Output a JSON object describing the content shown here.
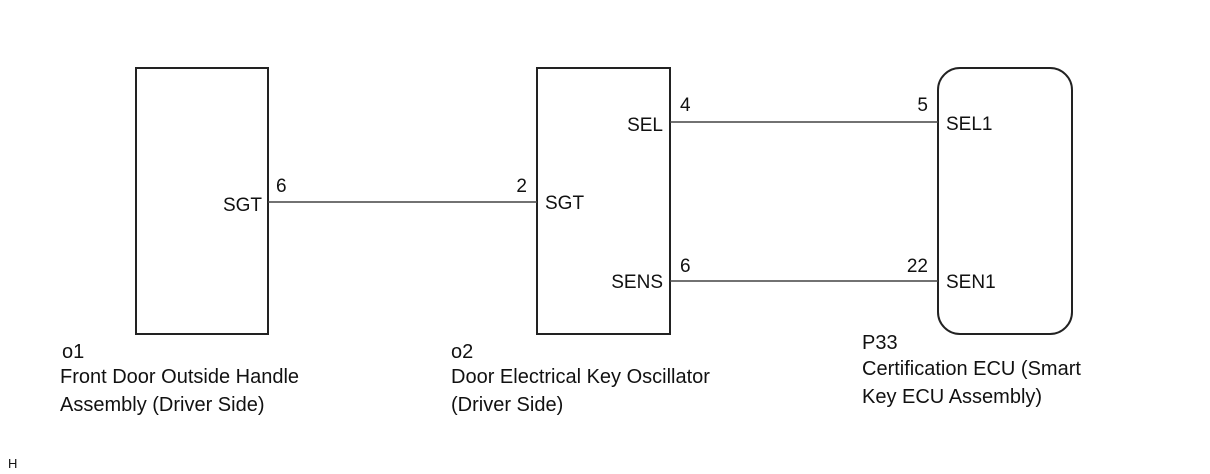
{
  "components": [
    {
      "id": "o1",
      "code": "o1",
      "description_lines": [
        "Front Door Outside Handle",
        "Assembly (Driver Side)"
      ],
      "pins": [
        {
          "label": "SGT",
          "number": "6"
        }
      ]
    },
    {
      "id": "o2",
      "code": "o2",
      "description_lines": [
        "Door Electrical Key Oscillator",
        "(Driver Side)"
      ],
      "pins": [
        {
          "label": "SGT",
          "number": "2"
        },
        {
          "label": "SEL",
          "number": "4"
        },
        {
          "label": "SENS",
          "number": "6"
        }
      ]
    },
    {
      "id": "p33",
      "code": "P33",
      "description_lines": [
        "Certification ECU (Smart",
        "Key ECU Assembly)"
      ],
      "pins": [
        {
          "label": "SEL1",
          "number": "5"
        },
        {
          "label": "SEN1",
          "number": "22"
        }
      ]
    }
  ],
  "connections": [
    {
      "from": "o1.SGT",
      "to": "o2.SGT"
    },
    {
      "from": "o2.SEL",
      "to": "p33.SEL1"
    },
    {
      "from": "o2.SENS",
      "to": "p33.SEN1"
    }
  ],
  "corner_mark": "H"
}
